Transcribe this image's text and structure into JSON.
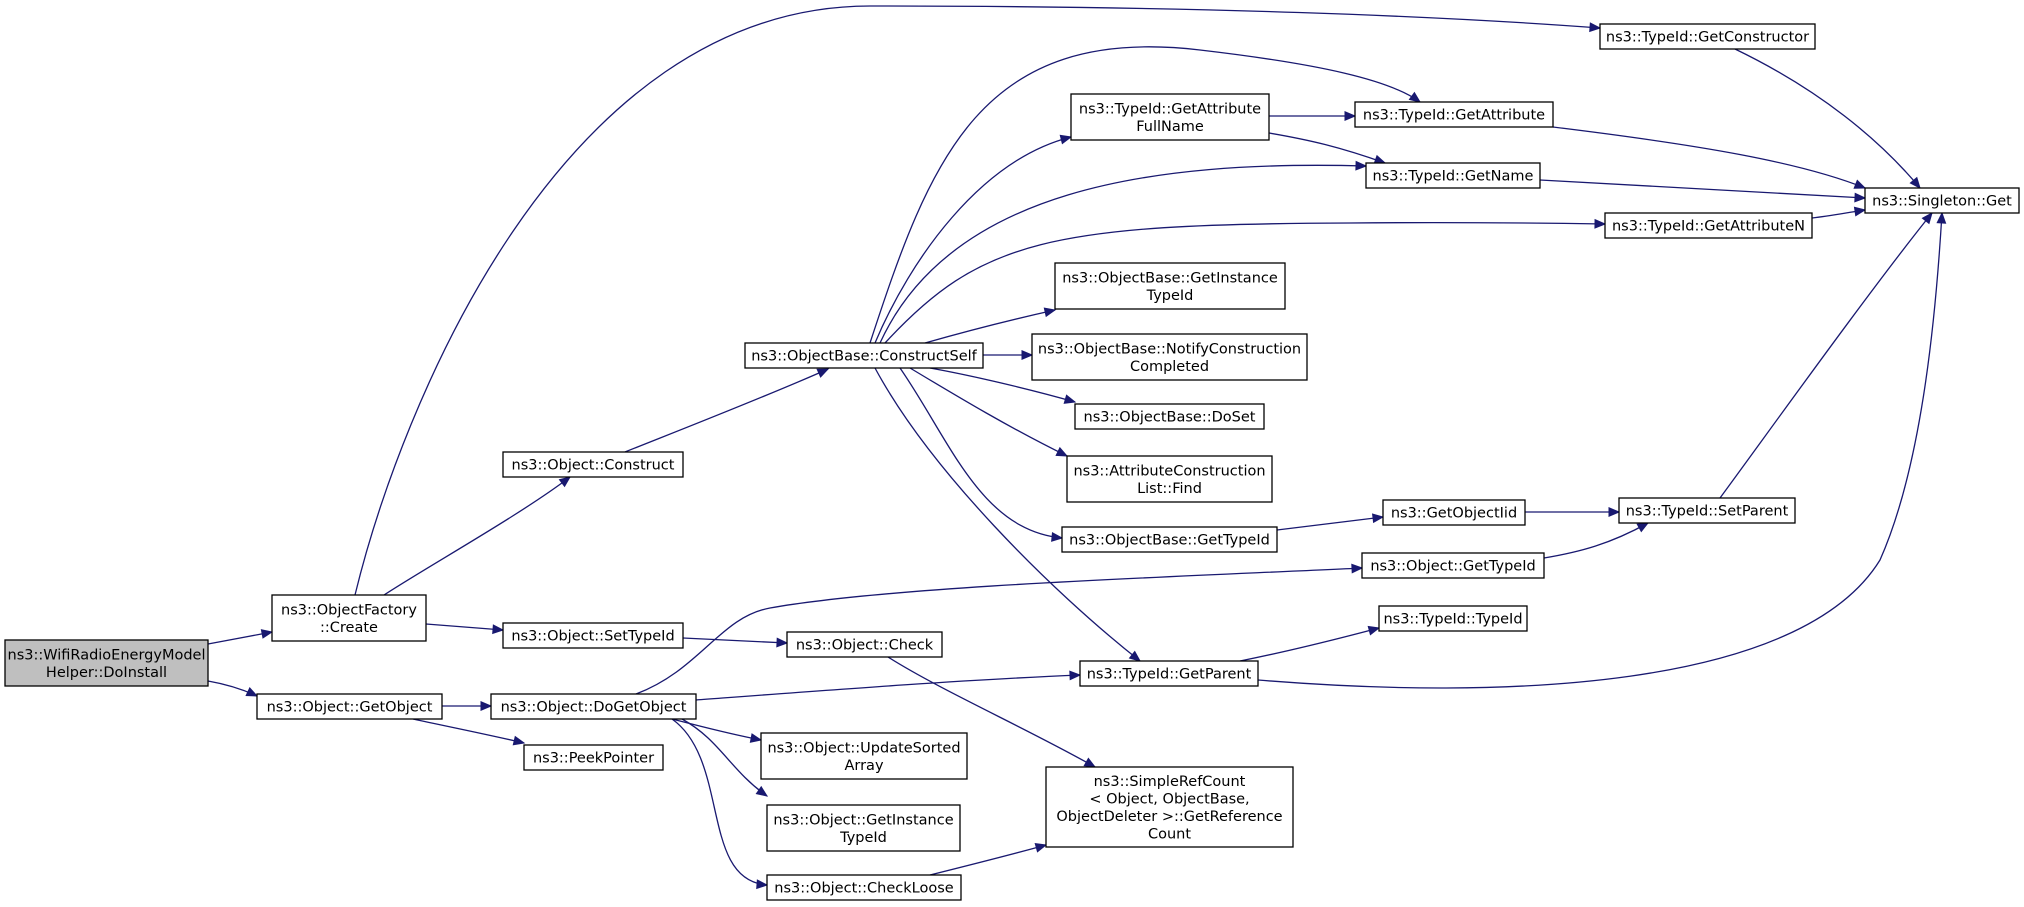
{
  "graph": {
    "type": "call-graph",
    "root": "n0",
    "edge_color": "#191970",
    "root_fill": "#bfbfbf",
    "nodes": [
      {
        "id": "n0",
        "lines": [
          "ns3::WifiRadioEnergyModel",
          "Helper::DoInstall"
        ]
      },
      {
        "id": "n1",
        "lines": [
          "ns3::ObjectFactory",
          "::Create"
        ]
      },
      {
        "id": "n2",
        "lines": [
          "ns3::Object::GetObject"
        ]
      },
      {
        "id": "n3",
        "lines": [
          "ns3::Object::Construct"
        ]
      },
      {
        "id": "n4",
        "lines": [
          "ns3::Object::SetTypeId"
        ]
      },
      {
        "id": "n5",
        "lines": [
          "ns3::TypeId::GetConstructor"
        ]
      },
      {
        "id": "n6",
        "lines": [
          "ns3::Object::DoGetObject"
        ]
      },
      {
        "id": "n7",
        "lines": [
          "ns3::PeekPointer"
        ]
      },
      {
        "id": "n8",
        "lines": [
          "ns3::ObjectBase::ConstructSelf"
        ]
      },
      {
        "id": "n9",
        "lines": [
          "ns3::Object::Check"
        ]
      },
      {
        "id": "n10",
        "lines": [
          "ns3::TypeId::GetAttribute",
          "FullName"
        ]
      },
      {
        "id": "n11",
        "lines": [
          "ns3::TypeId::GetAttribute"
        ]
      },
      {
        "id": "n12",
        "lines": [
          "ns3::TypeId::GetName"
        ]
      },
      {
        "id": "n13",
        "lines": [
          "ns3::TypeId::GetAttributeN"
        ]
      },
      {
        "id": "n14",
        "lines": [
          "ns3::ObjectBase::GetInstance",
          "TypeId"
        ]
      },
      {
        "id": "n15",
        "lines": [
          "ns3::ObjectBase::NotifyConstruction",
          "Completed"
        ]
      },
      {
        "id": "n16",
        "lines": [
          "ns3::ObjectBase::DoSet"
        ]
      },
      {
        "id": "n17",
        "lines": [
          "ns3::AttributeConstruction",
          "List::Find"
        ]
      },
      {
        "id": "n18",
        "lines": [
          "ns3::ObjectBase::GetTypeId"
        ]
      },
      {
        "id": "n19",
        "lines": [
          "ns3::GetObjectIid"
        ]
      },
      {
        "id": "n20",
        "lines": [
          "ns3::TypeId::SetParent"
        ]
      },
      {
        "id": "n21",
        "lines": [
          "ns3::Object::GetTypeId"
        ]
      },
      {
        "id": "n22",
        "lines": [
          "ns3::TypeId::TypeId"
        ]
      },
      {
        "id": "n23",
        "lines": [
          "ns3::TypeId::GetParent"
        ]
      },
      {
        "id": "n24",
        "lines": [
          "ns3::Object::UpdateSorted",
          "Array"
        ]
      },
      {
        "id": "n25",
        "lines": [
          "ns3::Object::GetInstance",
          "TypeId"
        ]
      },
      {
        "id": "n26",
        "lines": [
          "ns3::Object::CheckLoose"
        ]
      },
      {
        "id": "n27",
        "lines": [
          "ns3::SimpleRefCount",
          "< Object, ObjectBase,",
          " ObjectDeleter >::GetReference",
          "Count"
        ]
      },
      {
        "id": "n28",
        "lines": [
          "ns3::Singleton::Get"
        ]
      }
    ],
    "edges": [
      [
        "n0",
        "n1"
      ],
      [
        "n0",
        "n2"
      ],
      [
        "n1",
        "n3"
      ],
      [
        "n1",
        "n4"
      ],
      [
        "n1",
        "n5"
      ],
      [
        "n2",
        "n6"
      ],
      [
        "n2",
        "n7"
      ],
      [
        "n3",
        "n8"
      ],
      [
        "n4",
        "n9"
      ],
      [
        "n5",
        "n28"
      ],
      [
        "n6",
        "n21"
      ],
      [
        "n6",
        "n23"
      ],
      [
        "n6",
        "n24"
      ],
      [
        "n6",
        "n25"
      ],
      [
        "n6",
        "n26"
      ],
      [
        "n8",
        "n11"
      ],
      [
        "n8",
        "n10"
      ],
      [
        "n8",
        "n12"
      ],
      [
        "n8",
        "n13"
      ],
      [
        "n8",
        "n14"
      ],
      [
        "n8",
        "n15"
      ],
      [
        "n8",
        "n16"
      ],
      [
        "n8",
        "n17"
      ],
      [
        "n8",
        "n18"
      ],
      [
        "n8",
        "n23"
      ],
      [
        "n9",
        "n27"
      ],
      [
        "n10",
        "n11"
      ],
      [
        "n10",
        "n12"
      ],
      [
        "n11",
        "n28"
      ],
      [
        "n12",
        "n28"
      ],
      [
        "n13",
        "n28"
      ],
      [
        "n18",
        "n19"
      ],
      [
        "n19",
        "n20"
      ],
      [
        "n20",
        "n28"
      ],
      [
        "n21",
        "n20"
      ],
      [
        "n23",
        "n22"
      ],
      [
        "n23",
        "n28"
      ],
      [
        "n26",
        "n27"
      ]
    ]
  }
}
